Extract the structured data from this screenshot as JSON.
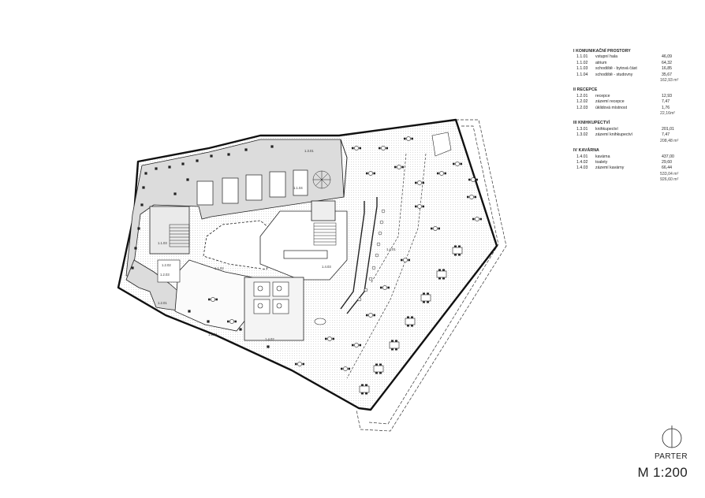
{
  "legend": {
    "sections": [
      {
        "title": "I KOMUNIKAČNÍ PROSTORY",
        "rows": [
          {
            "code": "1.1.01",
            "name": "vstupní hala",
            "area": "46,09"
          },
          {
            "code": "1.1.02",
            "name": "atrium",
            "area": "64,32"
          },
          {
            "code": "1.1.03",
            "name": "schodiště - bytová část",
            "area": "16,85"
          },
          {
            "code": "1.1.04",
            "name": "schodiště - studovny",
            "area": "35,67"
          }
        ],
        "total": "162,93 m²"
      },
      {
        "title": "II RECEPCE",
        "rows": [
          {
            "code": "1.2.01",
            "name": "recepce",
            "area": "12,93"
          },
          {
            "code": "1.2.02",
            "name": "zázemí recepce",
            "area": "7,47"
          },
          {
            "code": "1.2.03",
            "name": "úklidová místnost",
            "area": "1,76"
          }
        ],
        "total": "22,16m²"
      },
      {
        "title": "III KNIHKUPECTVÍ",
        "rows": [
          {
            "code": "1.3.01",
            "name": "knihkupectví",
            "area": "201,01"
          },
          {
            "code": "1.3.02",
            "name": "zázemí knihkupectví",
            "area": "7,47"
          }
        ],
        "total": "208,48 m²"
      },
      {
        "title": "IV KAVÁRNA",
        "rows": [
          {
            "code": "1.4.01",
            "name": "kavárna",
            "area": "437,00"
          },
          {
            "code": "1.4.02",
            "name": "toalety",
            "area": "29,60"
          },
          {
            "code": "1.4.03",
            "name": "zázemí kavárny",
            "area": "66,44"
          }
        ],
        "total": "533,04 m²"
      }
    ],
    "grand_total": "926,60 m²"
  },
  "plan": {
    "title": "PARTER",
    "scale": "M 1:200",
    "room_labels": {
      "r1301": "1.3.01",
      "r1103": "1.1.03",
      "r1101": "1.1.01",
      "r1102": "1.1.02",
      "r1201": "1.2.01",
      "r1202": "1.2.02",
      "r1203": "1.2.03",
      "r1104": "1.1.04",
      "r1401": "1.4.01",
      "r1402": "1.4.02",
      "r1403": "1.4.03"
    }
  },
  "north_icon": "north-arrow-icon"
}
